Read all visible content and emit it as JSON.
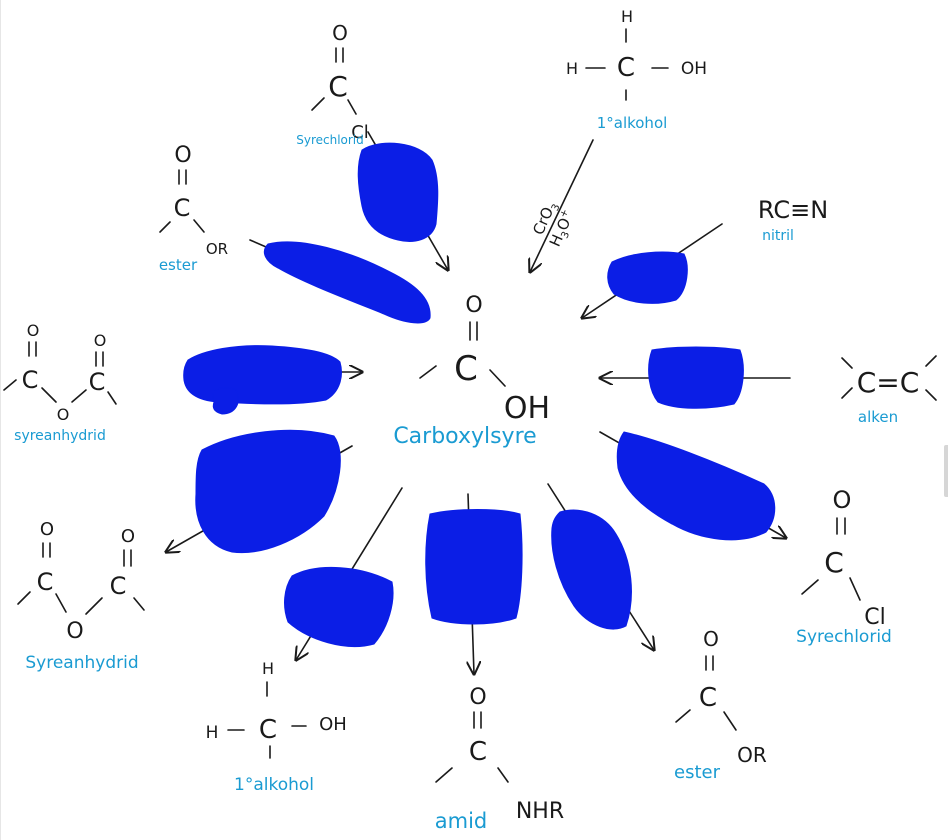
{
  "center": {
    "name": "Carboxylsyre",
    "atoms": {
      "carbonyl_o": "O",
      "carbon": "C",
      "hydroxyl": "OH"
    }
  },
  "reactants": [
    {
      "id": "syrechlorid-top",
      "name": "Syrechlorid",
      "atoms": [
        "O",
        "C",
        "Cl"
      ]
    },
    {
      "id": "alkohol-top",
      "name": "1°alkohol",
      "atoms": [
        "H",
        "H",
        "C",
        "OH"
      ]
    },
    {
      "id": "ester-left",
      "name": "ester",
      "atoms": [
        "O",
        "C",
        "OR"
      ]
    },
    {
      "id": "nitril",
      "name": "nitril",
      "formula": "RC≡N"
    },
    {
      "id": "syreanhydrid-left",
      "name": "syreanhydrid",
      "atoms": [
        "O",
        "C",
        "O",
        "C",
        "O"
      ]
    },
    {
      "id": "alken",
      "name": "alken",
      "formula": "C=C"
    }
  ],
  "products": [
    {
      "id": "syreanhydrid-bottom",
      "name": "Syreanhydrid",
      "atoms": [
        "O",
        "C",
        "O",
        "C",
        "O"
      ]
    },
    {
      "id": "alkohol-bottom",
      "name": "1°alkohol",
      "atoms": [
        "H",
        "H",
        "C",
        "OH"
      ]
    },
    {
      "id": "amid",
      "name": "amid",
      "atoms": [
        "O",
        "C",
        "NHR"
      ]
    },
    {
      "id": "ester-bottom",
      "name": "ester",
      "atoms": [
        "O",
        "C",
        "OR"
      ]
    },
    {
      "id": "syrechlorid-right",
      "name": "Syrechlorid",
      "atoms": [
        "O",
        "C",
        "Cl"
      ]
    }
  ],
  "reagents": {
    "oxidation": {
      "reagent": "CrO",
      "sub": "3",
      "acid": "H",
      "acid_sub": "3",
      "acid_tail": "O",
      "acid_sup": "+"
    }
  },
  "colors": {
    "ink": "#1a1a1a",
    "label": "#1a9bd2",
    "scribble": "#0b1ee6"
  }
}
